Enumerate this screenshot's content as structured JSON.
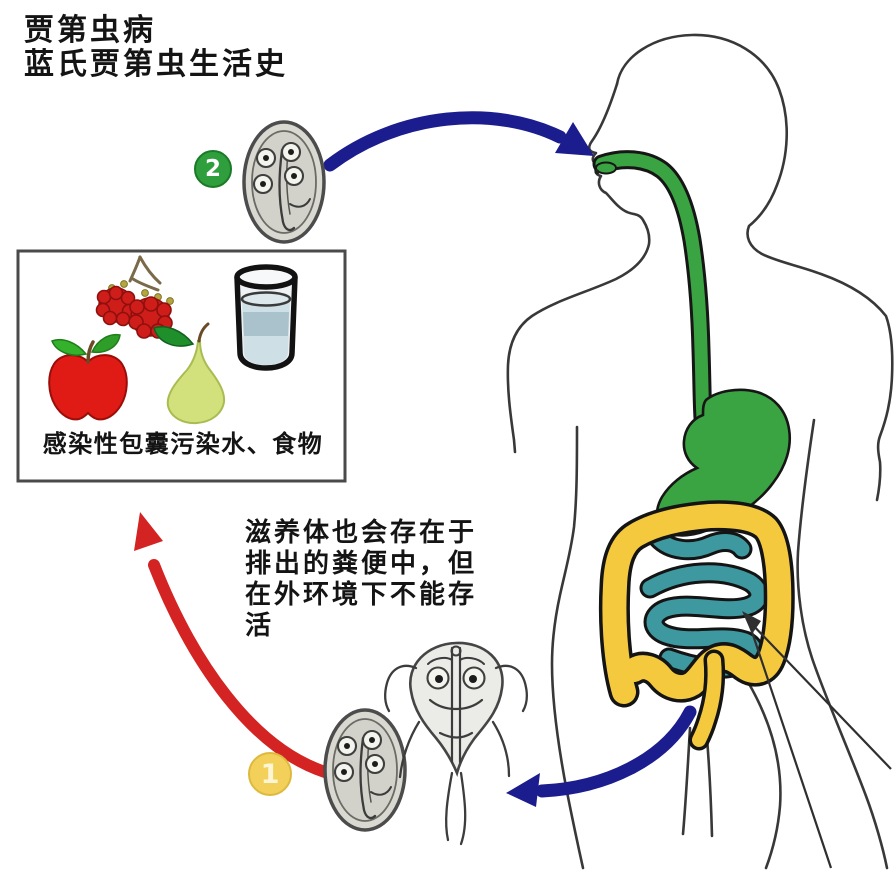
{
  "title": {
    "line1": "贾第虫病",
    "line2": "蓝氏贾第虫生活史"
  },
  "badges": {
    "step1": "1",
    "step2": "2"
  },
  "contamination_box": {
    "caption": "感染性包囊污染水、食物"
  },
  "note": {
    "lines": [
      "滋养体也会存在于",
      "排出的粪便中，但",
      "在外环境下不能存",
      "活"
    ]
  },
  "illustrations": {
    "cyst_top": "giardia-cyst",
    "cyst_bottom": "giardia-cyst",
    "trophozoite": "giardia-trophozoite",
    "human_body": "human-silhouette-with-digestive-tract",
    "food_items": [
      "raspberries",
      "apple",
      "pear",
      "glass-of-water"
    ]
  },
  "colors": {
    "arrow_blue": "#1b1c8e",
    "arrow_red": "#d32322",
    "badge2_green": "#2f9e3c",
    "badge1_yellow": "#f2d05a",
    "organ_green": "#3ba442",
    "organ_yellow": "#f5c93e",
    "organ_teal": "#3e98a0",
    "outline_ink": "#383838"
  }
}
